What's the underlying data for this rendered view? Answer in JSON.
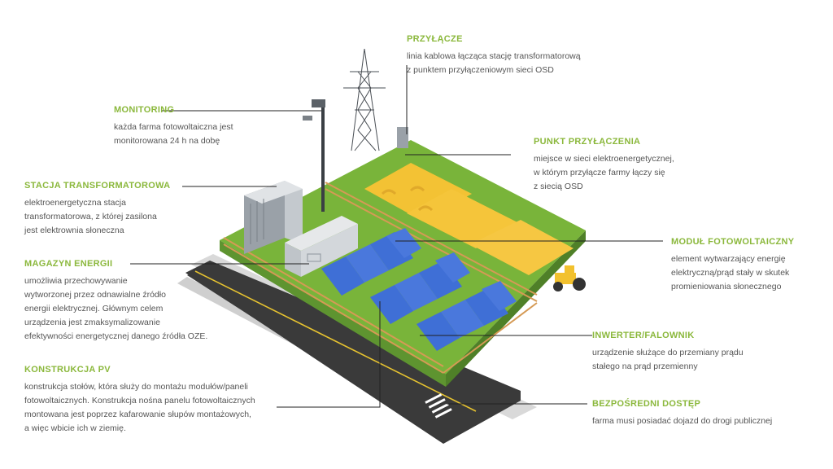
{
  "colors": {
    "title_green": "#8bb83c",
    "grass": "#79b43a",
    "grass_side": "#5e9430",
    "road": "#3c3c3c",
    "sidewalk": "#d9d9d9",
    "yellow_field": "#f3c234",
    "panel_blue": "#3f6fd6",
    "fence": "#d59a55"
  },
  "labels": [
    {
      "key": "przylacze",
      "title": "PRZYŁĄCZE",
      "desc": "linia kablowa łącząca stację transformatorową\nz punktem przyłączeniowym sieci OSD"
    },
    {
      "key": "monitoring",
      "title": "MONITORING",
      "desc": "każda farma fotowoltaiczna jest\nmonitorowana 24 h na dobę"
    },
    {
      "key": "punkt",
      "title": "PUNKT PRZYŁĄCZENIA",
      "desc": "miejsce w sieci elektroenergetycznej,\nw którym przyłącze farmy łączy się\nz siecią OSD"
    },
    {
      "key": "stacja",
      "title": "STACJA TRANSFORMATOROWA",
      "desc": "elektroenergetyczna stacja\ntransformatorowa, z której zasilona\njest elektrownia słoneczna"
    },
    {
      "key": "modul",
      "title": "MODUŁ FOTOWOLTAICZNY",
      "desc": "element wytwarzający energię\nelektryczną/prąd stały w skutek\npromieniowania słonecznego"
    },
    {
      "key": "magazyn",
      "title": "MAGAZYN ENERGII",
      "desc": "umożliwia przechowywanie\nwytworzonej przez odnawialne źródło\nenergii elektrycznej. Głównym celem\nurządzenia jest zmaksymalizowanie\nefektywności energetycznej danego źródła OZE."
    },
    {
      "key": "inwerter",
      "title": "INWERTER/FALOWNIK",
      "desc": "urządzenie służące do przemiany prądu\nstałego na prąd przemienny"
    },
    {
      "key": "konstrukcja",
      "title": "KONSTRUKCJA PV",
      "desc": "konstrukcja stołów, która służy do montażu modułów/paneli\nfotowoltaicznych. Konstrukcja nośna panelu fotowoltaicznych\nmontowana jest poprzez kafarowanie słupów montażowych,\na więc wbicie ich w ziemię."
    },
    {
      "key": "dostep",
      "title": "BEZPOŚREDNI DOSTĘP",
      "desc": "farma musi posiadać dojazd do drogi publicznej"
    }
  ]
}
